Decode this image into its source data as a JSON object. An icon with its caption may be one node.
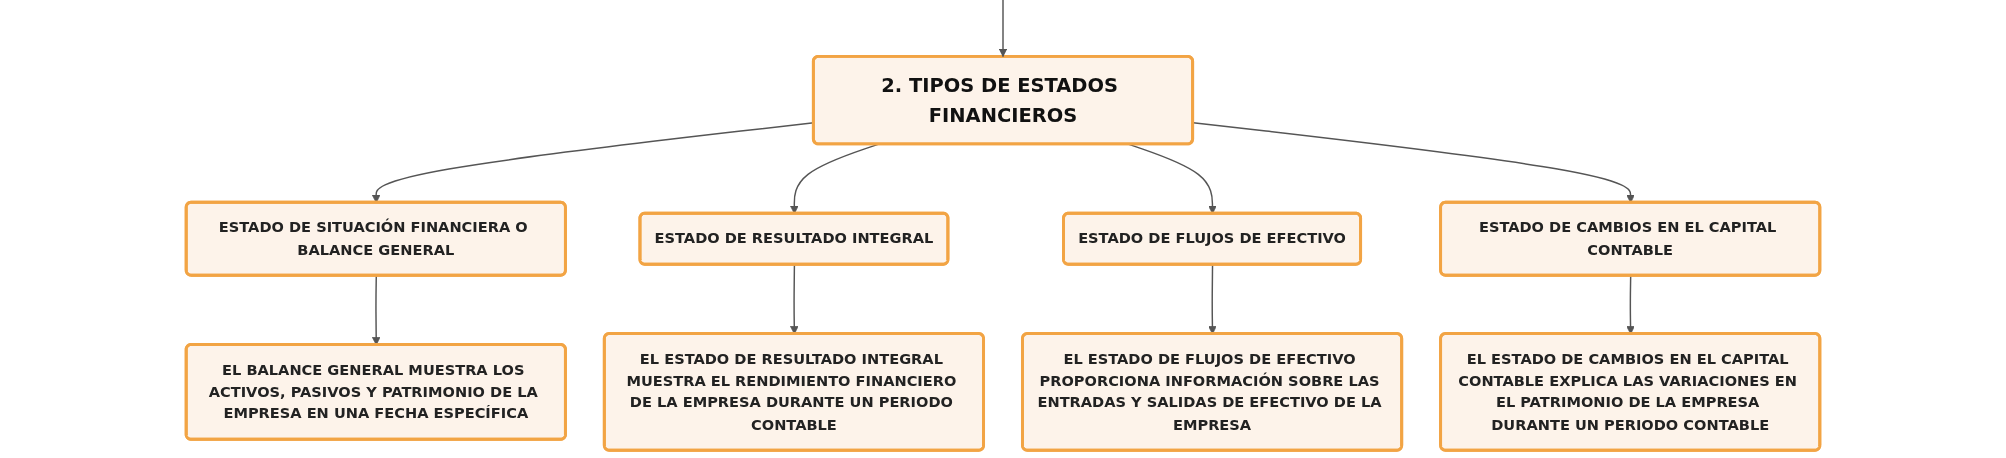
{
  "diagram": {
    "nodes": [
      {
        "text": [
          "2. TIPOS DE ESTADOS FINANCIEROS"
        ]
      },
      {
        "text": [
          "ESTADO DE SITUACIÓN FINANCIERA O BALANCE GENERAL"
        ]
      },
      {
        "text": [
          "ESTADO DE RESULTADO INTEGRAL"
        ]
      },
      {
        "text": [
          "ESTADO DE FLUJOS DE EFECTIVO"
        ]
      },
      {
        "text": [
          "ESTADO DE CAMBIOS EN EL CAPITAL CONTABLE"
        ]
      },
      {
        "text": [
          "EL BALANCE GENERAL MUESTRA LOS ACTIVOS, PASIVOS Y PATRIMONIO DE LA EMPRESA EN UNA FECHA ESPECÍFICA"
        ]
      },
      {
        "text": [
          "EL ESTADO DE RESULTADO INTEGRAL MUESTRA EL RENDIMIENTO FINANCIERO DE LA EMPRESA DURANTE UN PERIODO CONTABLE"
        ]
      },
      {
        "text": [
          "EL ESTADO DE FLUJOS DE EFECTIVO PROPORCIONA INFORMACIÓN SOBRE LAS ENTRADAS Y SALIDAS DE EFECTIVO DE LA EMPRESA"
        ]
      },
      {
        "text": [
          "EL ESTADO DE CAMBIOS EN EL CAPITAL CONTABLE EXPLICA LAS VARIACIONES EN EL PATRIMONIO DE LA EMPRESA DURANTE UN PERIODO CONTABLE"
        ]
      }
    ],
    "edges": [
      {
        "from": null,
        "to": 0,
        "arrow": "to"
      },
      {
        "from": 0,
        "to": 1,
        "arrow": "to"
      },
      {
        "from": 0,
        "to": 2,
        "arrow": "to"
      },
      {
        "from": 0,
        "to": 3,
        "arrow": "to"
      },
      {
        "from": 0,
        "to": 4,
        "arrow": "to"
      },
      {
        "from": 1,
        "to": 5,
        "arrow": "to"
      },
      {
        "from": 2,
        "to": 6,
        "arrow": "to"
      },
      {
        "from": 3,
        "to": 7,
        "arrow": "to"
      },
      {
        "from": 4,
        "to": 8,
        "arrow": "to"
      }
    ]
  }
}
